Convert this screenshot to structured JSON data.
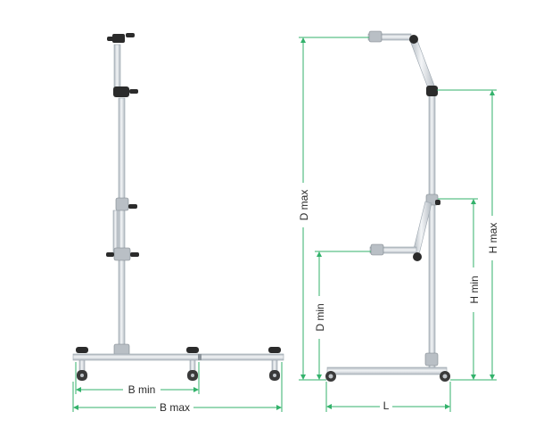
{
  "labels": {
    "b_min": "B min",
    "b_max": "B max",
    "d_max": "D max",
    "d_min": "D min",
    "h_max": "H max",
    "h_min": "H min",
    "length": "L"
  },
  "colors": {
    "dimension_line": "#33b26b",
    "label_text": "#2a2a2a",
    "metal": "#d9dee2",
    "knob": "#2b2b2b"
  }
}
